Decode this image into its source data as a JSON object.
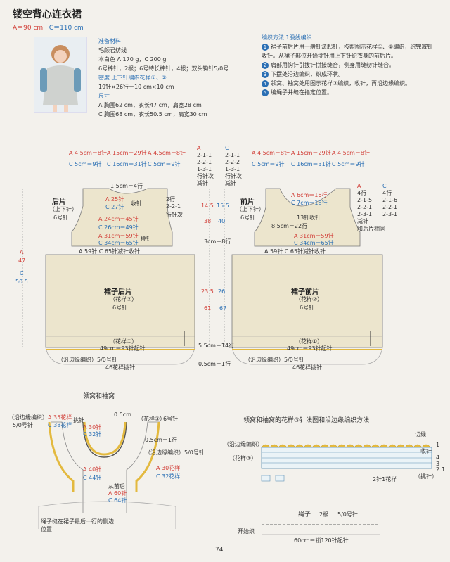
{
  "title": "镂空背心连衣裙",
  "sizes": {
    "a": "A＝90 cm",
    "c": "C＝110 cm"
  },
  "materials": {
    "heading": "准备材料",
    "yarn": "毛颜君纺线",
    "color": "本白色 A 170 g，C 200 g",
    "needles": "6号棒针，2根；6号特长棒针，4根；双头钩针5/0号",
    "gauge_heading": "密度  上下针编织花样①、②",
    "gauge": "19针×26行＝10 cm×10 cm",
    "size_heading": "尺寸",
    "size_a": "A 胸围62 cm，衣长47 cm，肩宽28 cm",
    "size_c": "C 胸围68 cm，衣长50.5 cm，肩宽30 cm"
  },
  "method": {
    "heading": "编织方法  1股线编织",
    "steps": [
      {
        "n": "1",
        "text": "裙子前后片用一般针法起针，按照图示花样①、②编织，织完减针收针。从裙子部位开始挑针用上下针织衣身的前后片。"
      },
      {
        "n": "2",
        "text": "肩部用钩针引拔针拼接缝合，侧身用缝纫针缝合。"
      },
      {
        "n": "3",
        "text": "下摆处沿边编织，织成环状。"
      },
      {
        "n": "4",
        "text": "领窝、袖窝处用图示花样③编织，收针，再沿边缘编织。"
      },
      {
        "n": "5",
        "text": "编绳子并缝在指定位置。"
      }
    ]
  },
  "back": {
    "top_a": "A 4.5cm＝8针",
    "top_mid_a": "A 15cm＝29针",
    "top_r_a": "A 4.5cm＝8针",
    "top_c": "C 5cm＝9针",
    "top_mid_c": "C 16cm＝31针",
    "top_r_c": "C 5cm＝9针",
    "neck": "1.5cm＝4行",
    "name": "后片",
    "sub": "（上下针）",
    "needle": "6号针",
    "bind_a": "A 25针",
    "bind_c": "C 27针",
    "bind_off": "收针",
    "row_a": "A 24cm＝45针",
    "row_c": "C 26cm＝49针",
    "r2a": "A 31cm＝59针",
    "r2c": "C 34cm＝65针",
    "pick": "挑针",
    "dec": "2行",
    "dec2": "2-2-1",
    "dec3": "行针次",
    "skirt_head": "A 59针 C 65针减针收针",
    "skirt_name": "裙子后片",
    "skirt_pat": "（花样②）",
    "skirt_needle": "6号针",
    "pat1": "（花样①）",
    "cast": "49cm＝93针起针",
    "edge": "（沿边缘编织）5/0号针",
    "hem": "46花样挑针"
  },
  "front": {
    "top_a": "A 4.5cm＝8针",
    "top_mid_a": "A 15cm＝29针",
    "top_r_a": "A 4.5cm＝8针",
    "top_c": "C 5cm＝9针",
    "top_mid_c": "C 16cm＝31针",
    "top_r_c": "C 5cm＝9针",
    "name": "前片",
    "sub": "（上下针）",
    "needle": "6号针",
    "n1": "A 6cm＝16行",
    "n2": "C 7cm＝18行",
    "mid": "13针收针",
    "w": "8.5cm＝22行",
    "r2a": "A 31cm＝59针",
    "r2c": "C 34cm＝65针",
    "same": "和后片相同",
    "skirt_head": "A 59针 C 65针减针收针",
    "skirt_name": "裙子前片",
    "skirt_pat": "（花样②）",
    "skirt_needle": "6号针",
    "pat1": "（花样①）",
    "cast": "49cm＝93针起针",
    "edge": "（沿边缘编织）5/0号针",
    "hem": "46花样挑针",
    "dec_a": [
      "A",
      "4行",
      "2-1-5",
      "2-2-1",
      "2-3-1",
      "减针"
    ],
    "dec_c": [
      "C",
      "4行",
      "2-1-6",
      "2-2-1",
      "2-3-1"
    ]
  },
  "measures": {
    "left_a": "A",
    "left_a_v": "47",
    "left_c": "C",
    "left_c_v": "50.5",
    "mid1": "14.5",
    "mid2": "15.5",
    "mid3": "38",
    "mid4": "40",
    "armh": "3cm＝8行",
    "sk1": "23.5",
    "sk2": "26",
    "sk3": "61",
    "sk4": "67",
    "band": "5.5cm＝14行",
    "bottom": "0.5cm＝1行",
    "dec_col_a": [
      "A",
      "2-1-1",
      "2-2-1",
      "1-3-1",
      "行针次",
      "减针"
    ],
    "dec_col_c": [
      "C",
      "2-1-1",
      "2-2-2",
      "1-3-1",
      "行针次",
      "减针"
    ]
  },
  "neckarm": {
    "heading": "领窝和袖窝",
    "edge": "（沿边缘编织）",
    "edge_n": "5/0号针",
    "pat3": "（花样③）",
    "pat3_n": "6号针",
    "a35": "A 35花样",
    "c38": "C 38花样",
    "pick": "挑针",
    "a30": "A 30针",
    "c32": "C 32针",
    "h05": "0.5cm",
    "r1": "0.5cm＝1行",
    "a40": "A 40针",
    "c44": "C 44针",
    "a30b": "A 30花样",
    "c32b": "C 32花样",
    "from_back": "从前后",
    "a60": "A 60针",
    "c64": "C 64针",
    "cord_note": "绳子缝在裙子最后一行的侧边位置",
    "edge2": "（沿边缘编织）5/0号针"
  },
  "chart": {
    "heading": "领窝和袖窝的花样③针法图和沿边缘编织方法",
    "edge": "（沿边缘编织）",
    "pat3": "（花样③）",
    "cut": "切线",
    "r1": "1",
    "bind": "收针",
    "r4": "4",
    "r3": "3",
    "r2": "2",
    "r1b": "1",
    "pick": "（挑针）",
    "two": "2针1花样"
  },
  "cord": {
    "heading": "绳子",
    "qty": "2根",
    "hook": "5/0号针",
    "start": "开始织",
    "length": "60cm＝锁120针起针"
  },
  "page_number": "74",
  "colors": {
    "accent": "#2a6fb4",
    "red": "#d2413a",
    "edge": "#e3b93e"
  }
}
